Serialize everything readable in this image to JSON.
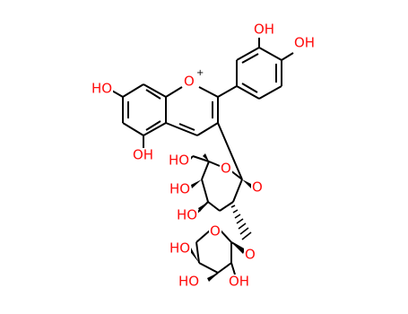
{
  "molecule": {
    "labels": {
      "o_ring_plus": "O",
      "charge": "+",
      "oh_b1": "OH",
      "oh_b2": "OH",
      "oh_7": "HO",
      "oh_5": "OH",
      "oh_ch2": "HO",
      "oh_g4": "HO",
      "oh_g3": "HO",
      "o_ring_glc": "O",
      "o_link_3": "O",
      "o_link_2": "O",
      "o_ring_xyl": "O",
      "oh_x4": "HO",
      "oh_x3": "HO",
      "oh_x2": "OH"
    },
    "colors": {
      "heteroatom": "#ff0d0d",
      "bond": "#000000",
      "background": "#ffffff"
    }
  }
}
